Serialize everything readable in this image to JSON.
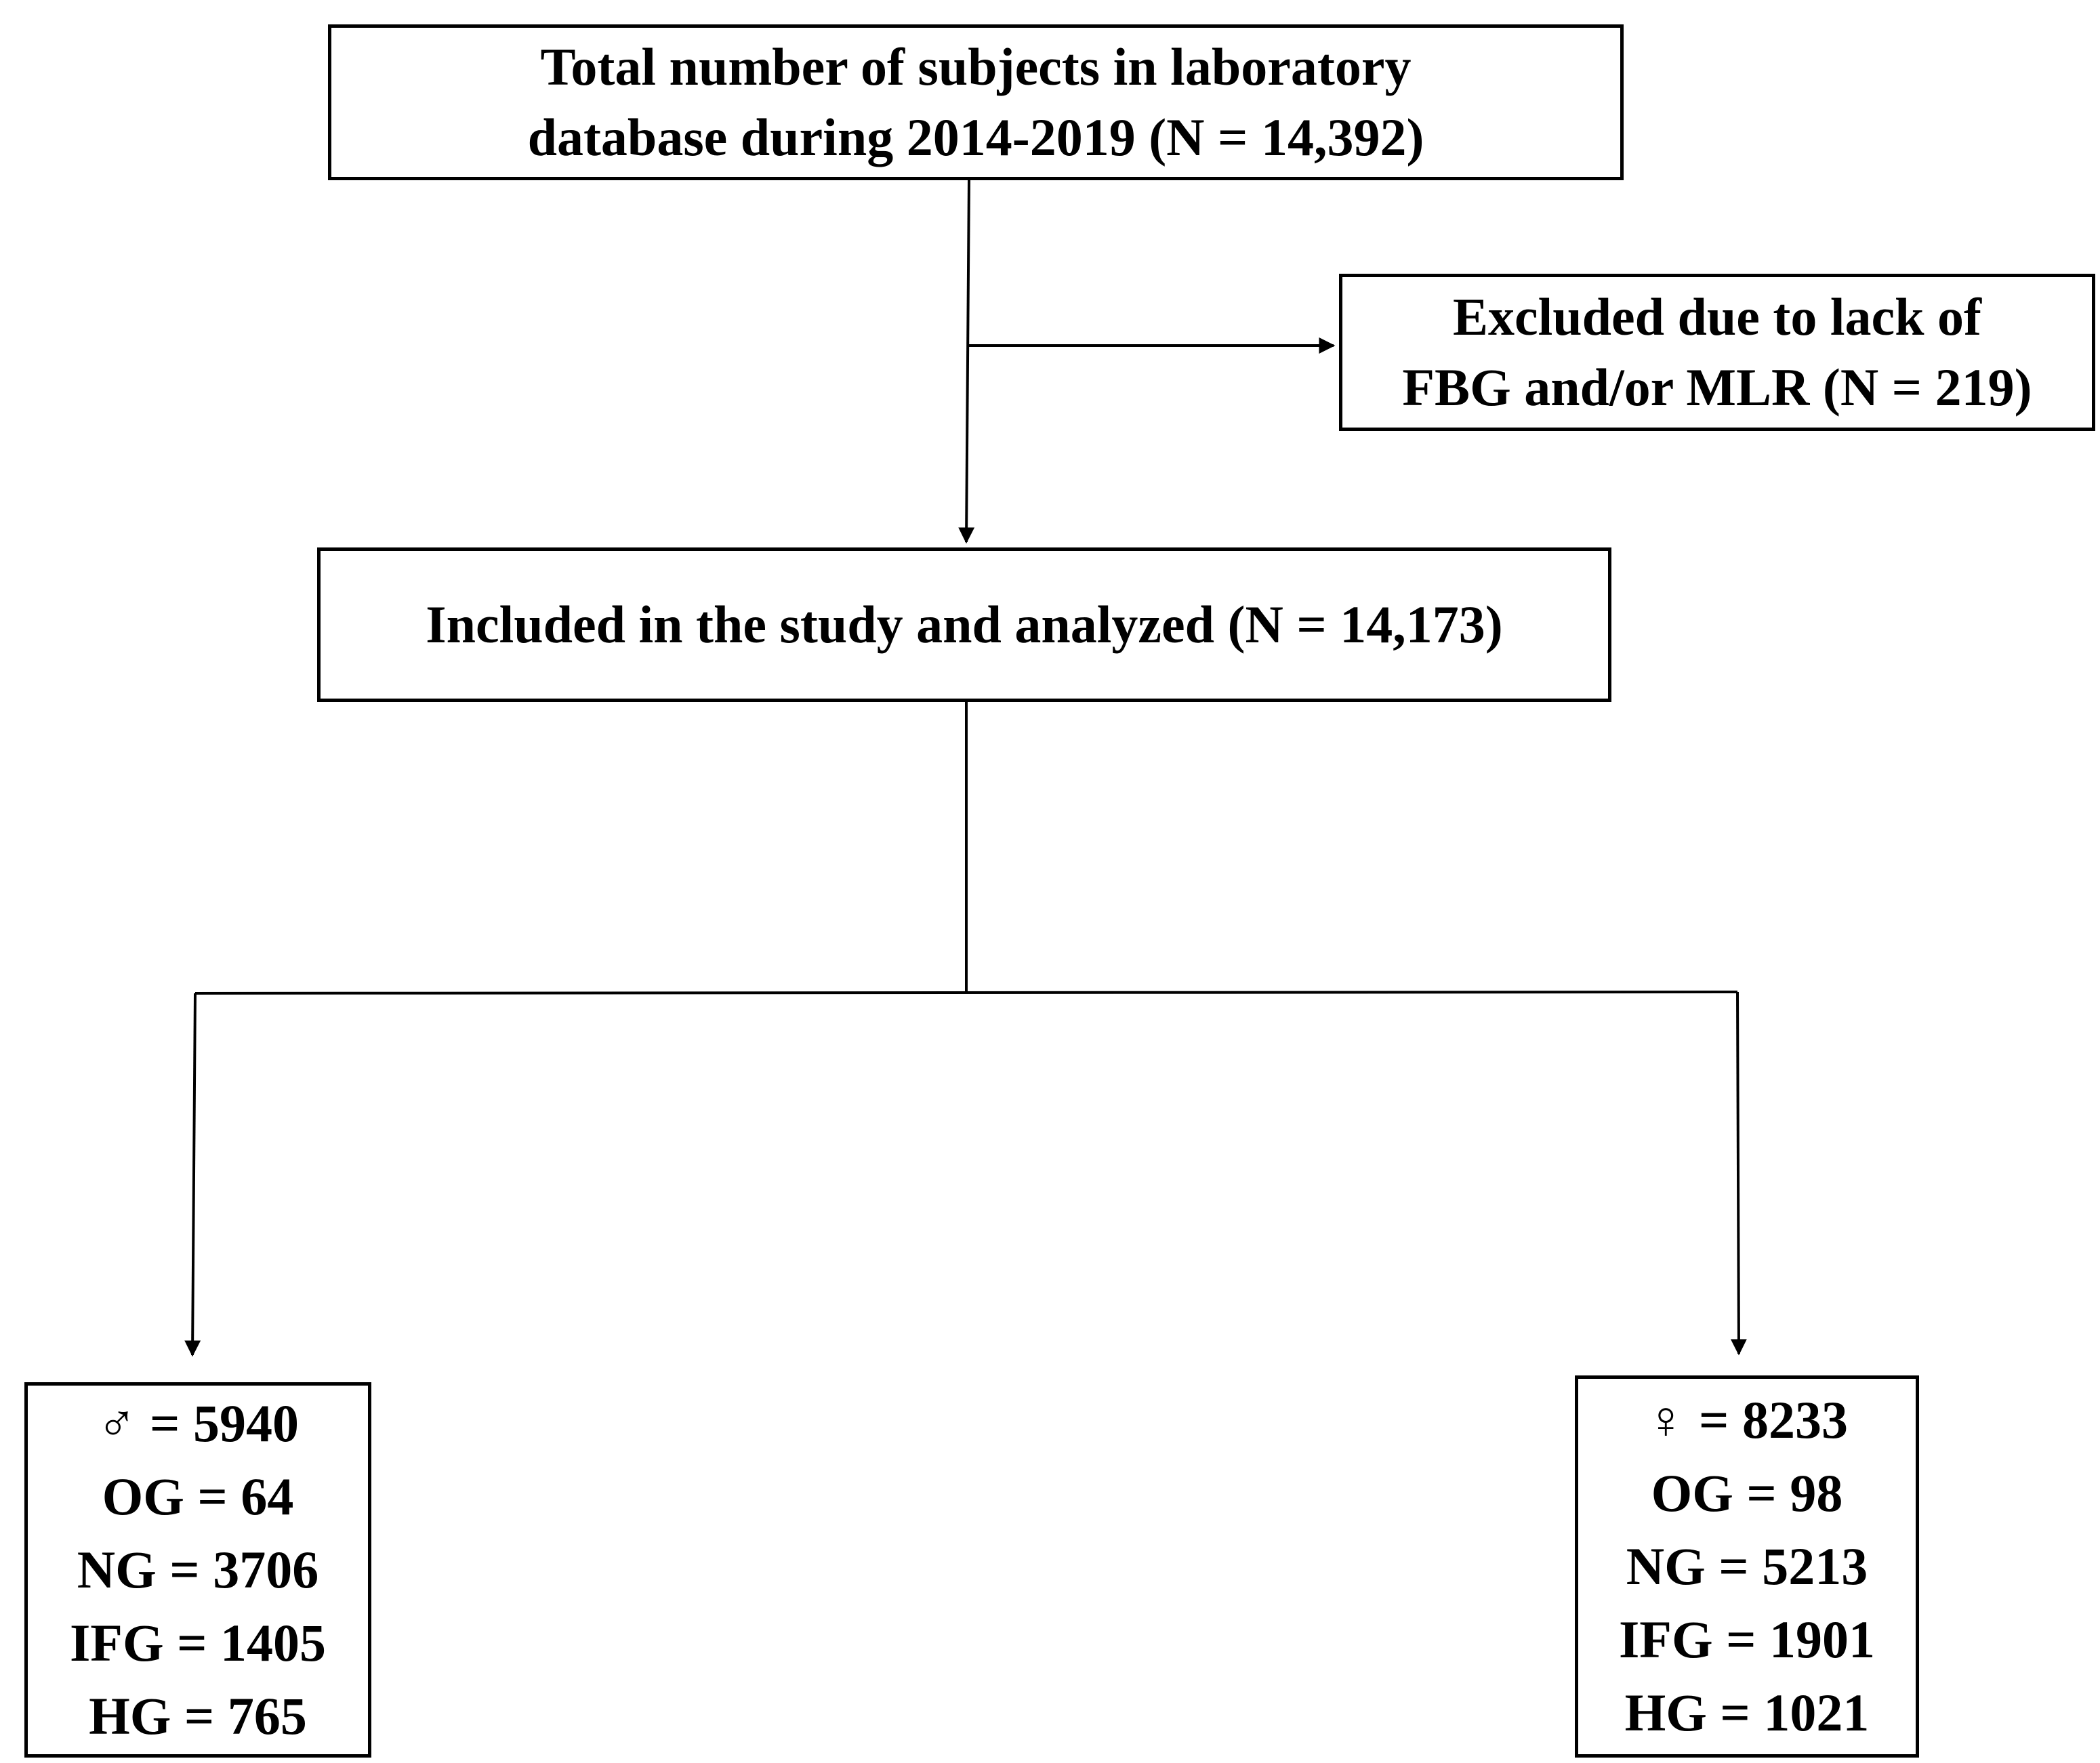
{
  "flowchart": {
    "total": {
      "line1": "Total number of subjects in laboratory",
      "line2": "database during 2014-2019 (N = 14,392)"
    },
    "excluded": {
      "line1": "Excluded due to lack of",
      "line2": "FBG and/or MLR (N = 219)"
    },
    "included": {
      "line1": "Included in the study and analyzed (N = 14,173)"
    },
    "male": {
      "lines": [
        "♂ = 5940",
        "OG = 64",
        "NG = 3706",
        "IFG = 1405",
        "HG = 765"
      ]
    },
    "female": {
      "lines": [
        "♀ = 8233",
        "OG = 98",
        "NG = 5213",
        "IFG = 1901",
        "HG = 1021"
      ]
    }
  }
}
